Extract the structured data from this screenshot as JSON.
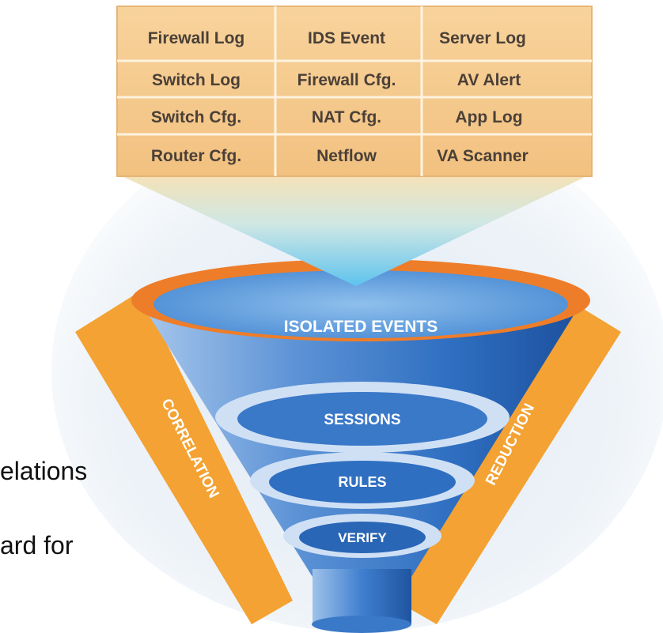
{
  "table": {
    "rows": [
      [
        "Firewall Log",
        "IDS Event",
        "Server Log"
      ],
      [
        "Switch Log",
        "Firewall Cfg.",
        "AV Alert"
      ],
      [
        "Switch  Cfg.",
        "NAT Cfg.",
        "App Log"
      ],
      [
        "Router Cfg.",
        "Netflow",
        "VA Scanner"
      ]
    ]
  },
  "funnel": {
    "top_label": "ISOLATED EVENTS",
    "ring1_label": "SESSIONS",
    "ring2_label": "RULES",
    "ring3_label": "VERIFY"
  },
  "side_labels": {
    "left": "CORRELATION",
    "right": "REDUCTION"
  },
  "background_text": {
    "line1": "elations",
    "line2": "ard for"
  },
  "colors": {
    "table_fill": "#f5c98c",
    "table_border": "#e6b476",
    "funnel_blue": "#2f6fc1",
    "rim_orange": "#ee7d2a",
    "band_orange": "#f3a233",
    "ring_light": "#cfe0f5"
  }
}
